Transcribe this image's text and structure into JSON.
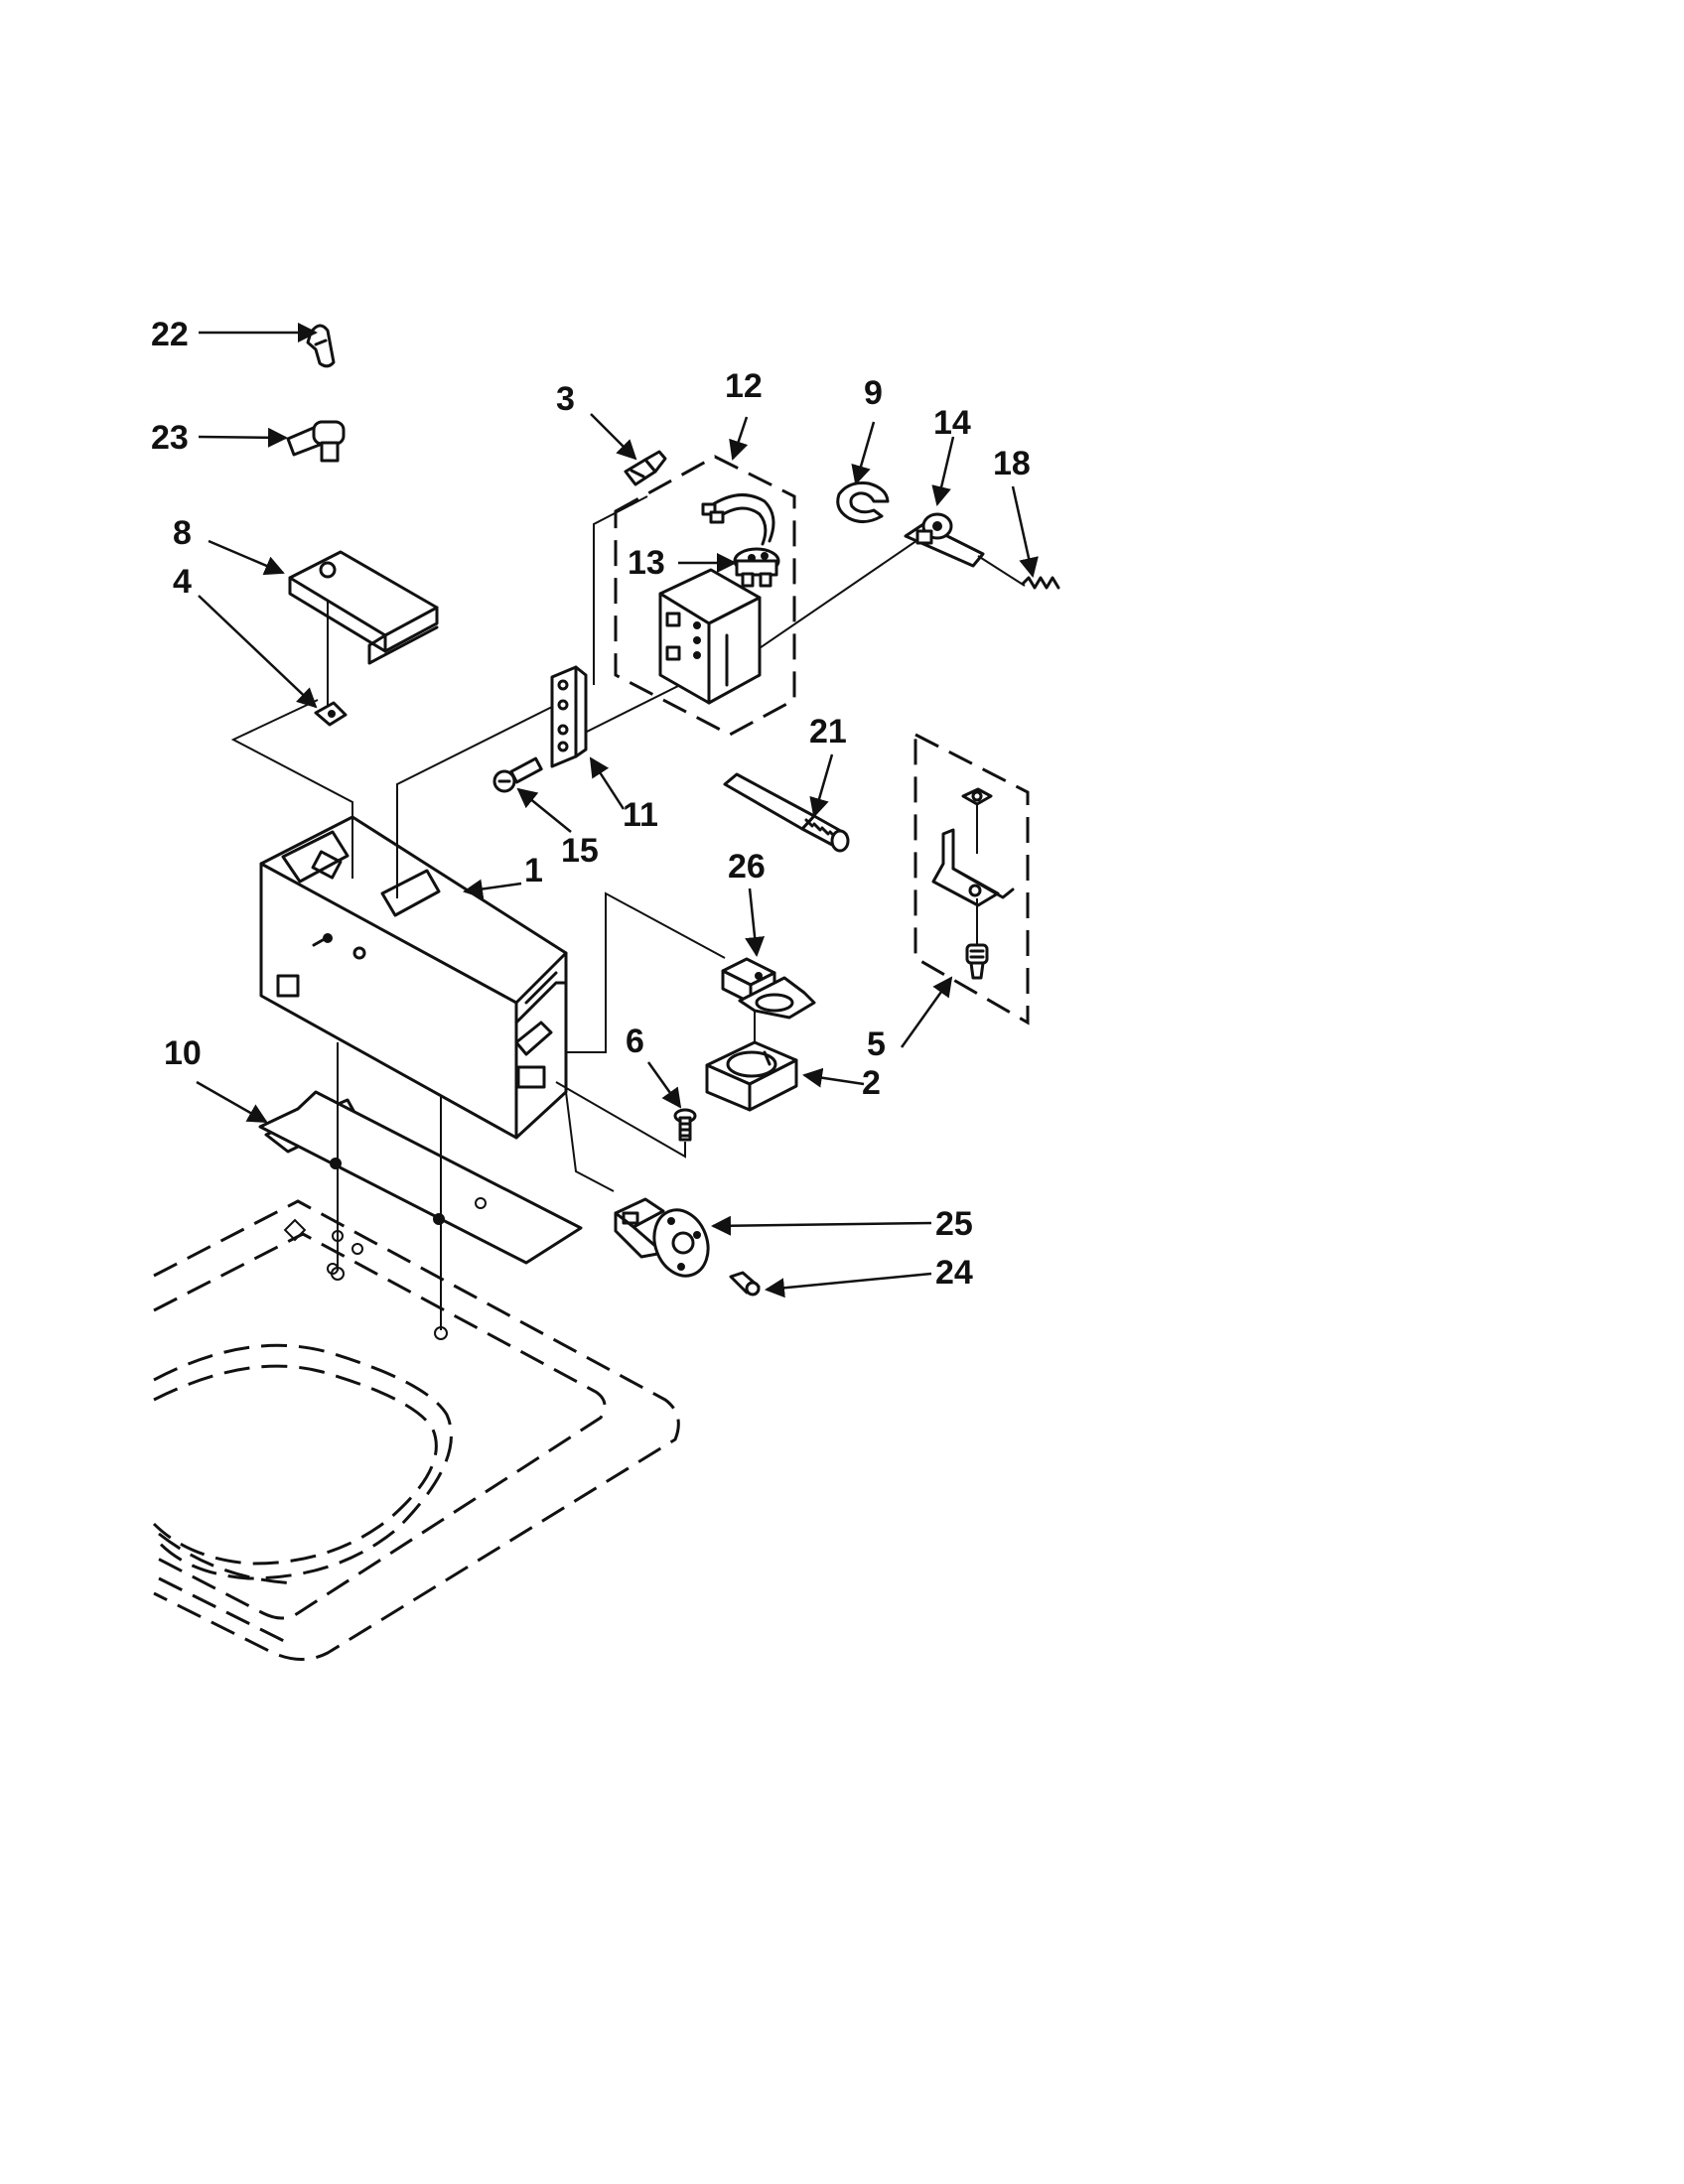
{
  "callouts": {
    "c1": "1",
    "c2": "2",
    "c3": "3",
    "c4": "4",
    "c5": "5",
    "c6": "6",
    "c8": "8",
    "c9": "9",
    "c10": "10",
    "c11": "11",
    "c12": "12",
    "c13": "13",
    "c14": "14",
    "c15": "15",
    "c18": "18",
    "c21": "21",
    "c22": "22",
    "c23": "23",
    "c24": "24",
    "c25": "25",
    "c26": "26"
  }
}
